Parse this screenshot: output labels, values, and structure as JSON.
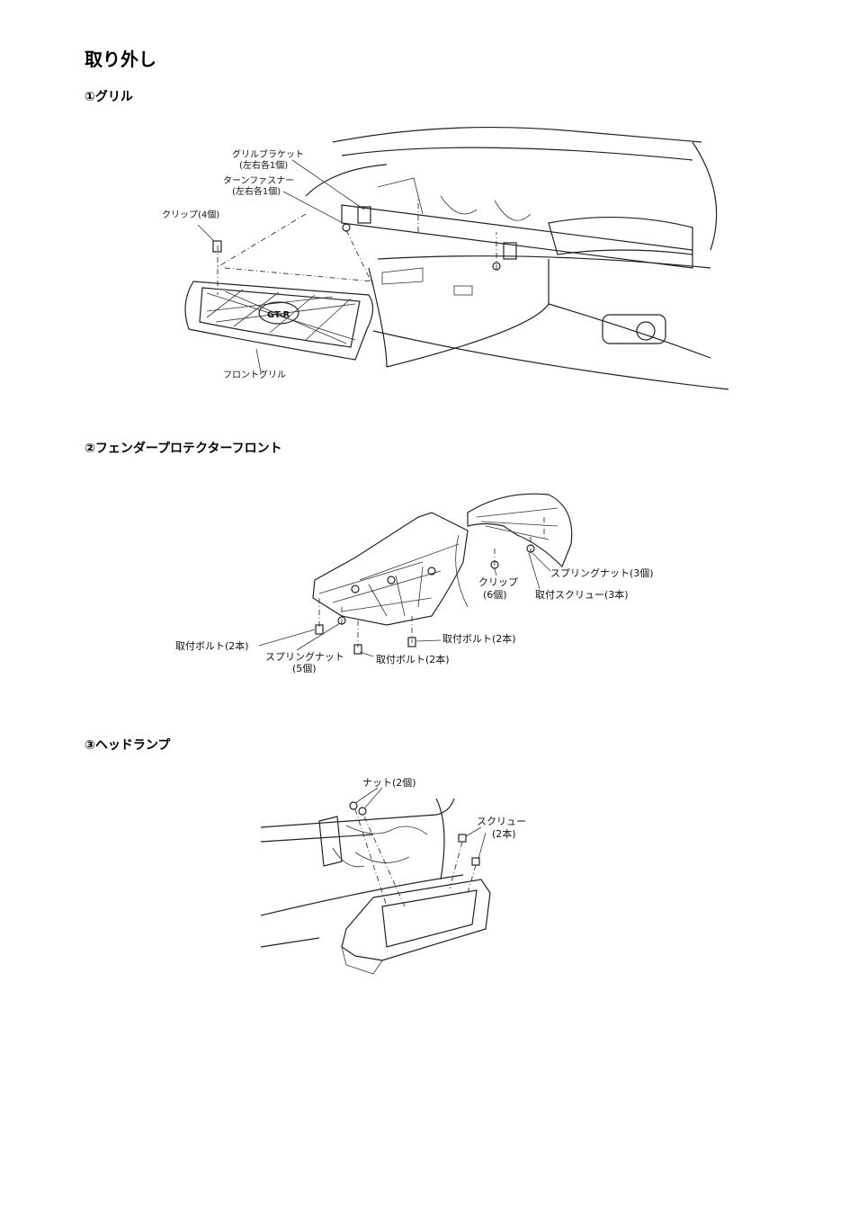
{
  "heading": "取り外し",
  "sections": [
    {
      "title": "①グリル",
      "labels": {
        "grille_bracket": "グリルブラケット",
        "grille_bracket_qty": "(左右各1個)",
        "turn_fastener": "ターンファスナー",
        "turn_fastener_qty": "(左右各1個)",
        "clip": "クリップ(4個)",
        "front_grille": "フロントグリル"
      }
    },
    {
      "title": "②フェンダープロテクターフロント",
      "labels": {
        "clip": "クリップ",
        "clip_qty": "(6個)",
        "spring_nut_3": "スプリングナット(3個)",
        "screw_3": "取付スクリュー(3本)",
        "bolt_left": "取付ボルト(2本)",
        "spring_nut_5": "スプリングナット",
        "spring_nut_5_qty": "(5個)",
        "bolt_mid": "取付ボルト(2本)",
        "bolt_right": "取付ボルト(2本)"
      }
    },
    {
      "title": "③ヘッドランプ",
      "labels": {
        "nut": "ナット(2個)",
        "screw": "スクリュー",
        "screw_qty": "(2本)"
      }
    }
  ]
}
